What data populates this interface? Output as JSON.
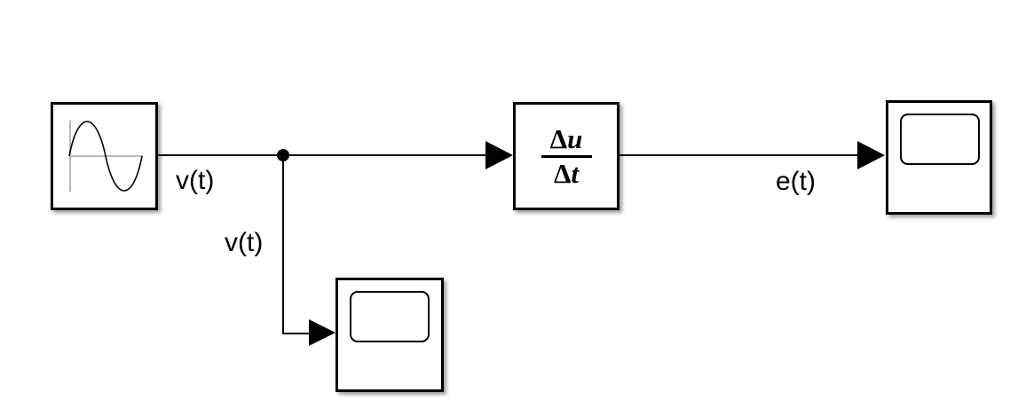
{
  "diagram": {
    "type": "simulink-block-diagram",
    "background_color": "#ffffff",
    "line_color": "#000000",
    "icon_axis_color": "#b8b8b8",
    "labels": {
      "v_t_main": "v(t)",
      "v_t_branch": "v(t)",
      "e_t": "e(t)"
    },
    "blocks": {
      "sine_wave": {
        "kind": "source",
        "icon": "sine-wave-icon"
      },
      "derivative": {
        "kind": "derivative",
        "delta_num": "Δ",
        "numerator_var": "u",
        "delta_den": "Δ",
        "denominator_var": "t"
      },
      "scope_top": {
        "kind": "scope",
        "icon": "scope-screen-icon"
      },
      "scope_bottom": {
        "kind": "scope",
        "icon": "scope-screen-icon"
      }
    }
  }
}
